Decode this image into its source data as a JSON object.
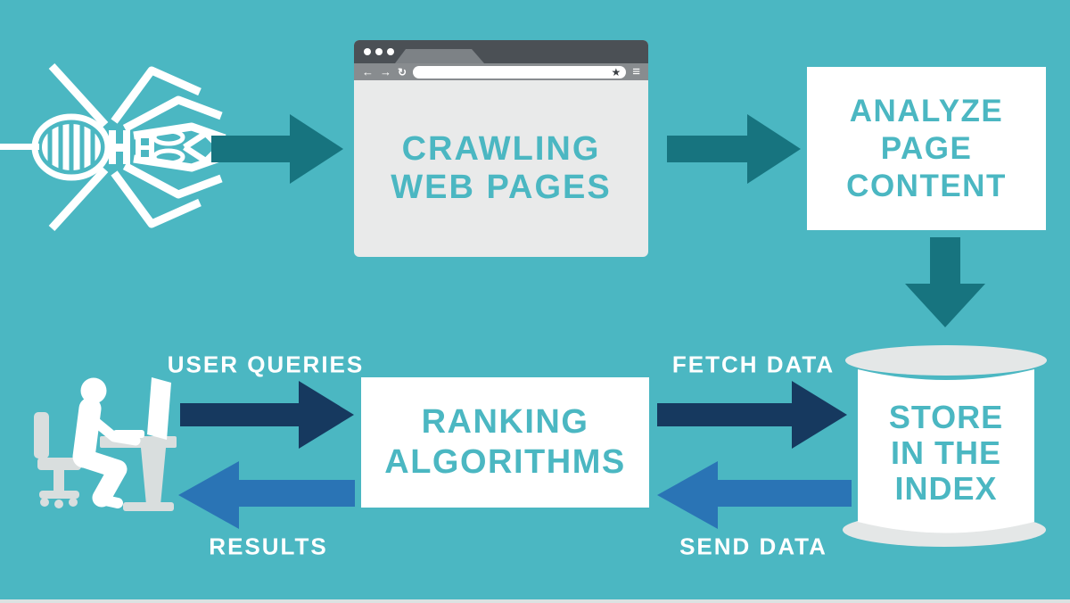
{
  "colors": {
    "background_teal": "#4bb7c2",
    "arrow_dark_teal": "#17747f",
    "arrow_navy": "#16395f",
    "arrow_blue": "#2a74b5",
    "box_white": "#ffffff",
    "teal_text": "#4bb7c2",
    "white_text": "#ffffff",
    "browser_titlebar": "#4b5055",
    "browser_toolbar": "#888c8f",
    "browser_body": "#e9eaea",
    "furniture_gray": "#d9dede",
    "cylinder_cap_gray": "#e4e7e7"
  },
  "browser": {
    "back_glyph": "←",
    "forward_glyph": "→",
    "refresh_glyph": "↻",
    "star_glyph": "★",
    "menu_glyph": "≡",
    "title_line1": "CRAWLING",
    "title_line2": "WEB PAGES"
  },
  "analyze": {
    "line1": "ANALYZE",
    "line2": "PAGE",
    "line3": "CONTENT"
  },
  "ranking": {
    "line1": "RANKING",
    "line2": "ALGORITHMS"
  },
  "index": {
    "line1": "STORE",
    "line2": "IN THE",
    "line3": "INDEX"
  },
  "flows": {
    "user_queries": "USER QUERIES",
    "fetch_data": "FETCH DATA",
    "results": "RESULTS",
    "send_data": "SEND DATA"
  }
}
